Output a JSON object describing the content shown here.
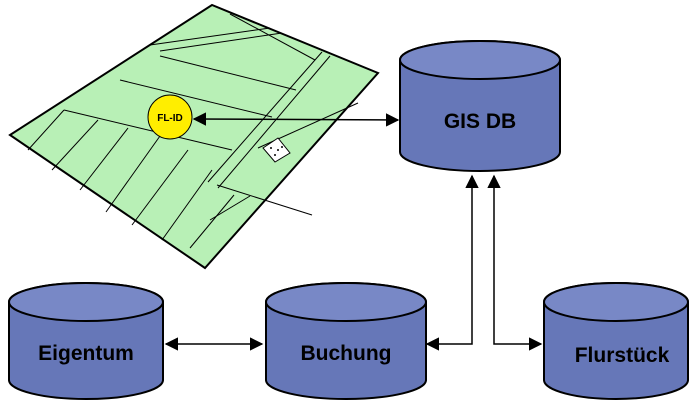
{
  "colors": {
    "cylinder_fill": "#6677b8",
    "cylinder_top": "#7888c6",
    "cylinder_stroke": "#000000",
    "map_fill": "#b8f0b6",
    "map_stroke": "#000000",
    "marker_fill": "#ffee00",
    "connector": "#000000"
  },
  "databases": {
    "gis": {
      "label": "GIS DB"
    },
    "eigentum": {
      "label": "Eigentum"
    },
    "buchung": {
      "label": "Buchung"
    },
    "flurstueck": {
      "label": "Flurstück"
    }
  },
  "map": {
    "marker_label": "FL-ID",
    "marker_icon": "circle-marker"
  }
}
